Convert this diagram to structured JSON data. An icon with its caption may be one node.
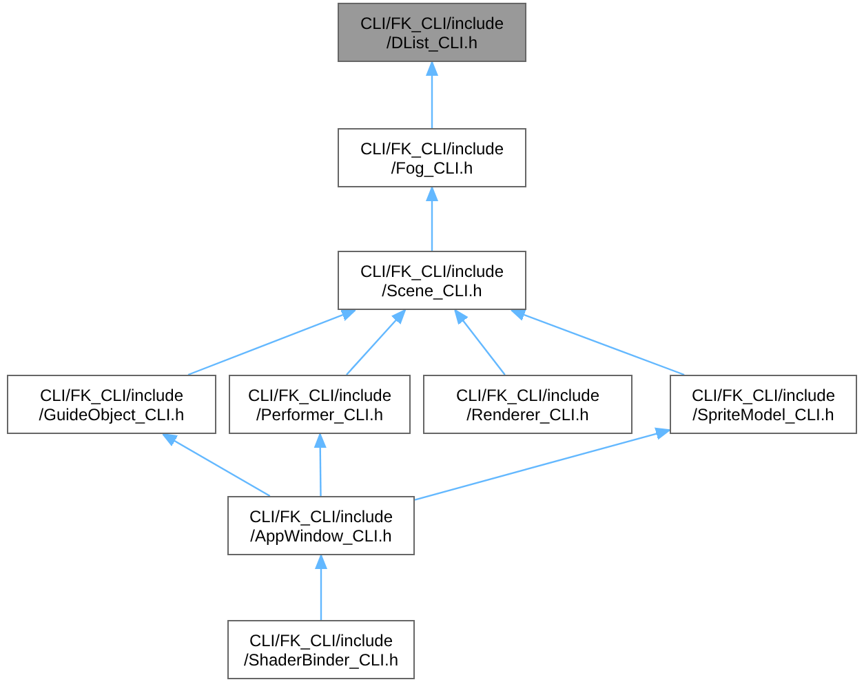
{
  "diagram": {
    "nodes": [
      {
        "text": [
          "CLI/FK_CLI/include /DList_CLI.h"
        ]
      },
      {
        "text": [
          "CLI/FK_CLI/include /Fog_CLI.h"
        ]
      },
      {
        "text": [
          "CLI/FK_CLI/include /Scene_CLI.h"
        ]
      },
      {
        "text": [
          "CLI/FK_CLI/include /GuideObject_CLI.h"
        ]
      },
      {
        "text": [
          "CLI/FK_CLI/include /Performer_CLI.h"
        ]
      },
      {
        "text": [
          "CLI/FK_CLI/include /Renderer_CLI.h"
        ]
      },
      {
        "text": [
          "CLI/FK_CLI/include /SpriteModel_CLI.h"
        ]
      },
      {
        "text": [
          "CLI/FK_CLI/include /AppWindow_CLI.h"
        ]
      },
      {
        "text": [
          "CLI/FK_CLI/include /ShaderBinder_CLI.h"
        ]
      }
    ],
    "edges": [
      {
        "from": 1,
        "to": 0,
        "arrow": "to"
      },
      {
        "from": 2,
        "to": 1,
        "arrow": "to"
      },
      {
        "from": 3,
        "to": 2,
        "arrow": "to"
      },
      {
        "from": 4,
        "to": 2,
        "arrow": "to"
      },
      {
        "from": 5,
        "to": 2,
        "arrow": "to"
      },
      {
        "from": 6,
        "to": 2,
        "arrow": "to"
      },
      {
        "from": 7,
        "to": 3,
        "arrow": "to"
      },
      {
        "from": 7,
        "to": 4,
        "arrow": "to"
      },
      {
        "from": 7,
        "to": 6,
        "arrow": "to"
      },
      {
        "from": 8,
        "to": 7,
        "arrow": "to"
      }
    ]
  }
}
